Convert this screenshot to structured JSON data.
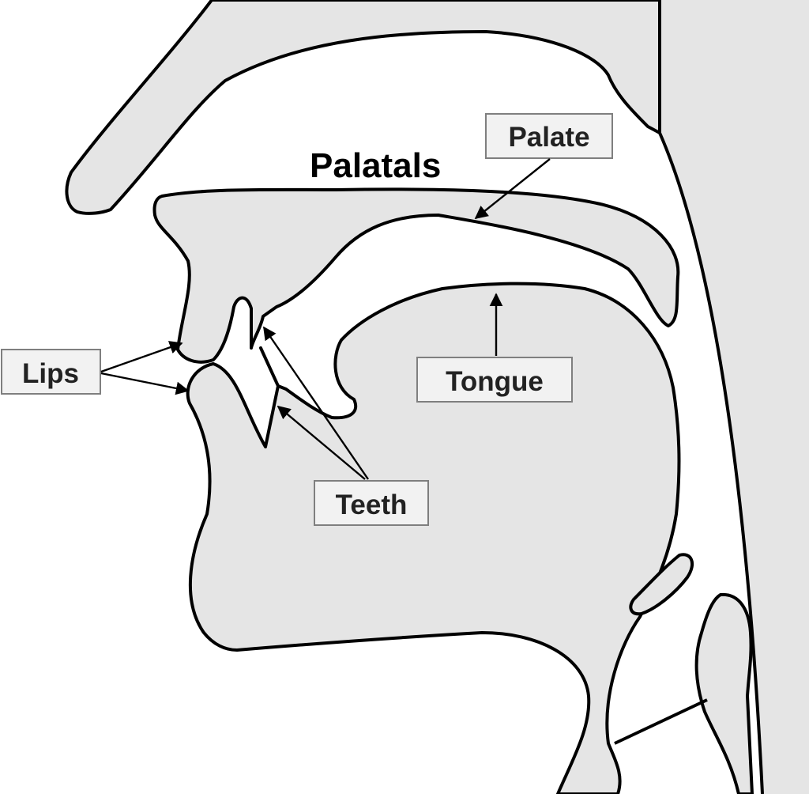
{
  "title": "Palatals",
  "labels": {
    "palate": "Palate",
    "tongue": "Tongue",
    "lips": "Lips",
    "teeth": "Teeth"
  },
  "colors": {
    "tissue": "#e5e5e5",
    "cavity": "#ffffff",
    "outline": "#000000",
    "label_box_fill": "#f2f2f2",
    "label_box_stroke": "#7f7f7f"
  }
}
